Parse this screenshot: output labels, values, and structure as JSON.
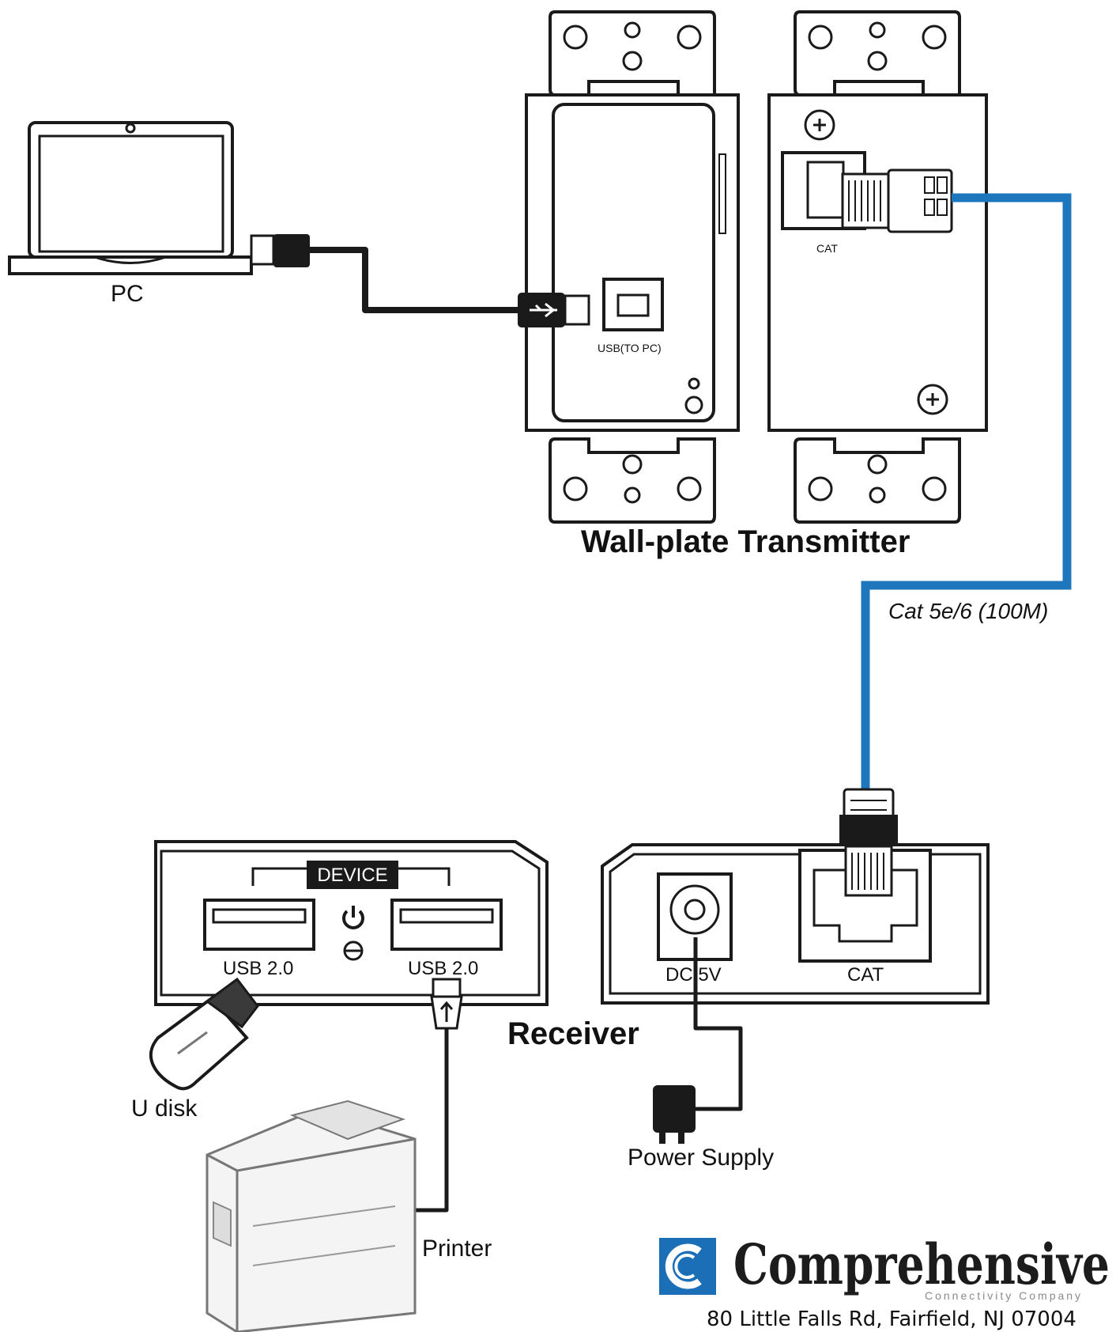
{
  "labels": {
    "pc": "PC",
    "usb_to_pc": "USB(TO PC)",
    "cat_small": "CAT",
    "wallplate_title": "Wall-plate Transmitter",
    "cable_spec": "Cat 5e/6 (100M)",
    "device": "DEVICE",
    "usb_left": "USB 2.0",
    "usb_right": "USB 2.0",
    "dc": "DC 5V",
    "cat_port": "CAT",
    "receiver_title": "Receiver",
    "u_disk": "U disk",
    "printer": "Printer",
    "power_supply": "Power Supply"
  },
  "brand": {
    "name": "Comprehensive",
    "tagline": "Connectivity Company",
    "address": "80 Little Falls Rd, Fairfield, NJ 07004"
  },
  "icons": {
    "power": "power-icon",
    "usb": "usb-icon",
    "logo": "brand-c-icon"
  },
  "colors": {
    "cat_cable": "#1e77bd",
    "brand_blue": "#1b6fb7",
    "line": "#1a1a1a"
  }
}
